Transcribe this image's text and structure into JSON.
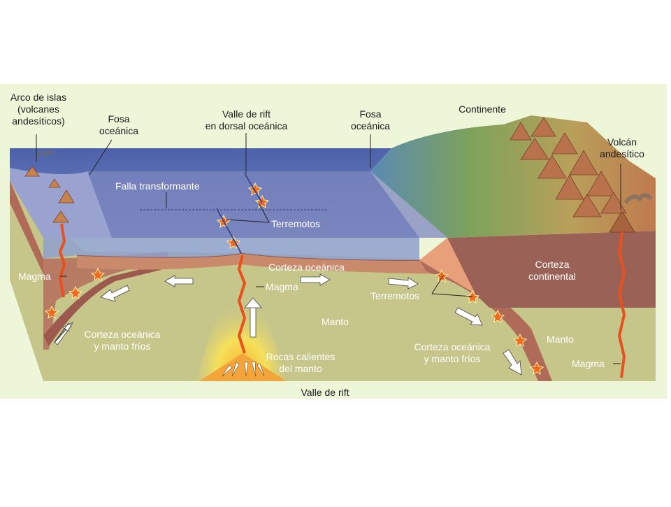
{
  "labels": {
    "island_arc": [
      "Arco de islas",
      "(volcanes",
      "andesíticos)"
    ],
    "trench_left": [
      "Fosa",
      "oceánica"
    ],
    "rift_valley_ridge": [
      "Valle de rift",
      "en dorsal oceánica"
    ],
    "trench_right": [
      "Fosa",
      "oceánica"
    ],
    "continent": "Continente",
    "andesitic_volcano": [
      "Volcán",
      "andesítico"
    ],
    "transform_fault": "Falla transformante",
    "earthquakes_center": "Terremotos",
    "oceanic_crust": "Corteza oceánica",
    "continental_crust": [
      "Corteza",
      "continental"
    ],
    "magma_left": "Magma",
    "magma_center": "Magma",
    "earthquakes_right": "Terremotos",
    "mantle_center": "Manto",
    "mantle_right": "Manto",
    "cold_crust_left": [
      "Corteza oceánica",
      "y manto fríos"
    ],
    "cold_crust_right": [
      "Corteza oceánica",
      "y manto fríos"
    ],
    "hot_rocks": [
      "Rocas calientes",
      "del manto"
    ],
    "magma_right": "Magma",
    "rift_valley_bottom": "Valle de rift"
  },
  "colors": {
    "background_panel": "#eef6da",
    "ocean_surface": "#5f74b8",
    "ocean_water_front": "#8ea0cc",
    "oceanic_crust": "#c98a6c",
    "mantle": "#c6c58a",
    "continent_top": "#8fa85a",
    "continental_crust": "#9a6156",
    "mountains": "#b8734c",
    "magma": "#e8501c",
    "hot_zone": "#f3e15a"
  }
}
